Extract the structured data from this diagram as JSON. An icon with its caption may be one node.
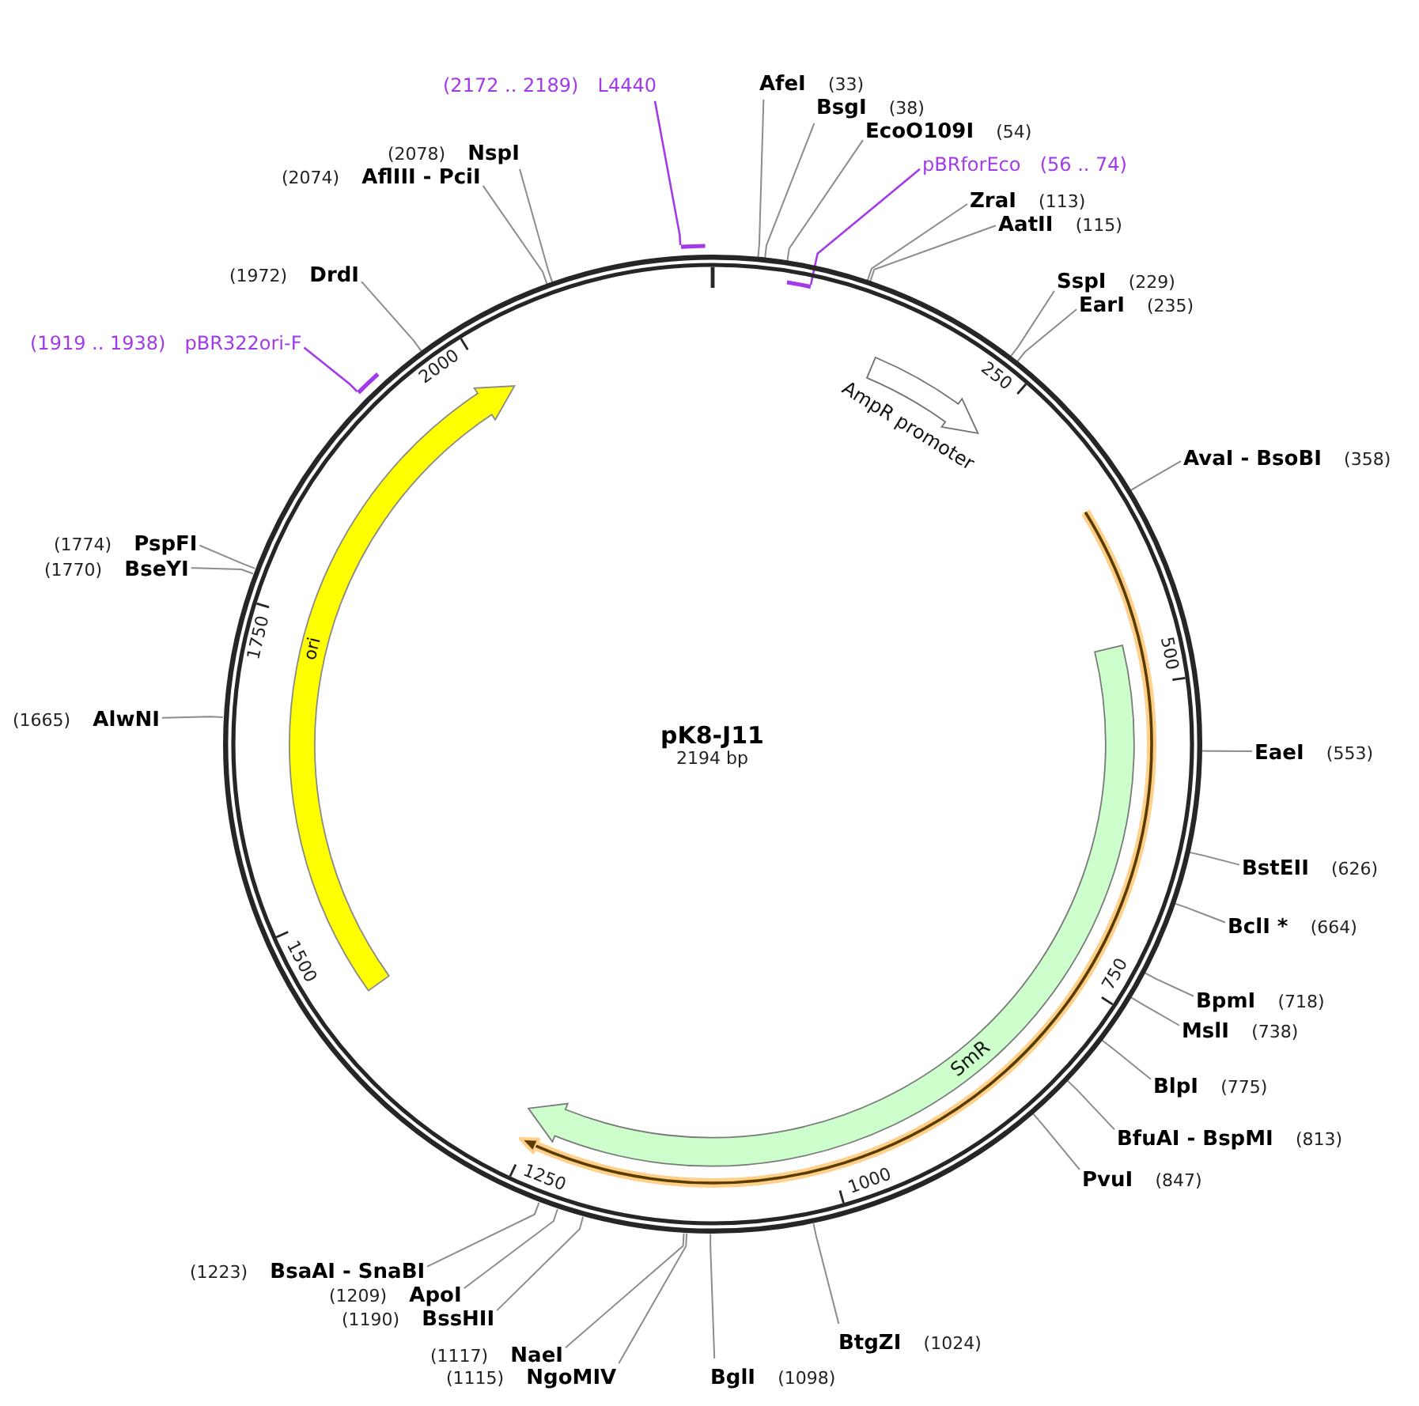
{
  "diagram": {
    "title": "pK8-J11",
    "nodes": [
      {
        "text": [],
        "shape": "circle"
      },
      {
        "text": [
          "AmpR promoter"
        ],
        "in": 0
      },
      {
        "text": [
          "SmR"
        ],
        "in": 0
      },
      {
        "text": [
          "ori"
        ],
        "in": 0
      },
      {
        "text": [
          "AfeI",
          "(33)"
        ]
      },
      {
        "text": [
          "BsgI",
          "(38)"
        ]
      },
      {
        "text": [
          "EcoO109I",
          "(54)"
        ]
      },
      {
        "text": [
          "pBRforEco",
          "(56 .. 74)"
        ]
      },
      {
        "text": [],
        "shape": "bar",
        "in": 0
      },
      {
        "text": [
          "ZraI",
          "(113)"
        ]
      },
      {
        "text": [
          "AatII",
          "(115)"
        ]
      },
      {
        "text": [
          "SspI",
          "(229)"
        ]
      },
      {
        "text": [
          "EarI",
          "(235)"
        ]
      },
      {
        "text": [
          "AvaI - BsoBI",
          "(358)"
        ]
      },
      {
        "text": [
          "EaeI",
          "(553)"
        ]
      },
      {
        "text": [
          "BstEII",
          "(626)"
        ]
      },
      {
        "text": [
          "BclI *",
          "(664)"
        ]
      },
      {
        "text": [
          "BpmI",
          "(718)"
        ]
      },
      {
        "text": [
          "MslI",
          "(738)"
        ]
      },
      {
        "text": [
          "BlpI",
          "(775)"
        ]
      },
      {
        "text": [
          "BfuAI - BspMI",
          "(813)"
        ]
      },
      {
        "text": [
          "PvuI",
          "(847)"
        ]
      },
      {
        "text": [
          "BtgZI",
          "(1024)"
        ]
      },
      {
        "text": [
          "BglI",
          "(1098)"
        ]
      },
      {
        "text": [
          "(1115)",
          "NgoMIV"
        ]
      },
      {
        "text": [
          "(1117)",
          "NaeI"
        ]
      },
      {
        "text": [
          "(1190)",
          "BssHII"
        ]
      },
      {
        "text": [
          "(1209)",
          "ApoI"
        ]
      },
      {
        "text": [
          "(1223)",
          "BsaAI - SnaBI"
        ]
      },
      {
        "text": [
          "(1665)",
          "AlwNI"
        ]
      },
      {
        "text": [
          "(1770)",
          "BseYI"
        ]
      },
      {
        "text": [
          "(1774)",
          "PspFI"
        ]
      },
      {
        "text": [
          "(1919 .. 1938)",
          "pBR322ori-F"
        ]
      },
      {
        "text": [],
        "shape": "bar"
      },
      {
        "text": [
          "(1972)",
          "DrdI"
        ]
      },
      {
        "text": [
          "(2074)",
          "AflIII - PciI"
        ]
      },
      {
        "text": [
          "(2078)",
          "NspI"
        ]
      },
      {
        "text": [
          "(2172 .. 2189)",
          "L4440"
        ]
      },
      {
        "text": [],
        "shape": "bar"
      }
    ],
    "edges": [
      {
        "from": 4,
        "to": 0,
        "arrow": "none"
      },
      {
        "from": 5,
        "to": 0,
        "arrow": "none"
      },
      {
        "from": 6,
        "to": 0,
        "arrow": "none"
      },
      {
        "from": 7,
        "to": 8,
        "arrow": "none",
        "color": "#a23aea"
      },
      {
        "from": 9,
        "to": 0,
        "arrow": "none"
      },
      {
        "from": 10,
        "to": 0,
        "arrow": "none"
      },
      {
        "from": 11,
        "to": 0,
        "arrow": "none"
      },
      {
        "from": 12,
        "to": 0,
        "arrow": "none"
      },
      {
        "from": 13,
        "to": 0,
        "arrow": "none"
      },
      {
        "from": 14,
        "to": 0,
        "arrow": "none"
      },
      {
        "from": 15,
        "to": 0,
        "arrow": "none"
      },
      {
        "from": 16,
        "to": 0,
        "arrow": "none"
      },
      {
        "from": 17,
        "to": 0,
        "arrow": "none"
      },
      {
        "from": 18,
        "to": 0,
        "arrow": "none"
      },
      {
        "from": 19,
        "to": 0,
        "arrow": "none"
      },
      {
        "from": 20,
        "to": 0,
        "arrow": "none"
      },
      {
        "from": 21,
        "to": 0,
        "arrow": "none"
      },
      {
        "from": 22,
        "to": 0,
        "arrow": "none"
      },
      {
        "from": 23,
        "to": 0,
        "arrow": "none"
      },
      {
        "from": 24,
        "to": 0,
        "arrow": "none"
      },
      {
        "from": 25,
        "to": 0,
        "arrow": "none"
      },
      {
        "from": 26,
        "to": 0,
        "arrow": "none"
      },
      {
        "from": 27,
        "to": 0,
        "arrow": "none"
      },
      {
        "from": 28,
        "to": 0,
        "arrow": "none"
      },
      {
        "from": 29,
        "to": 0,
        "arrow": "none"
      },
      {
        "from": 30,
        "to": 0,
        "arrow": "none"
      },
      {
        "from": 31,
        "to": 0,
        "arrow": "none"
      },
      {
        "from": 32,
        "to": 33,
        "arrow": "none",
        "color": "#a23aea"
      },
      {
        "from": 34,
        "to": 0,
        "arrow": "none"
      },
      {
        "from": 35,
        "to": 0,
        "arrow": "none"
      },
      {
        "from": 36,
        "to": 0,
        "arrow": "none"
      },
      {
        "from": 37,
        "to": 38,
        "arrow": "none",
        "color": "#a23aea"
      }
    ],
    "labels": [
      "2194 bp",
      "250",
      "500",
      "750",
      "1000",
      "1250",
      "1500",
      "1750",
      "2000"
    ]
  }
}
